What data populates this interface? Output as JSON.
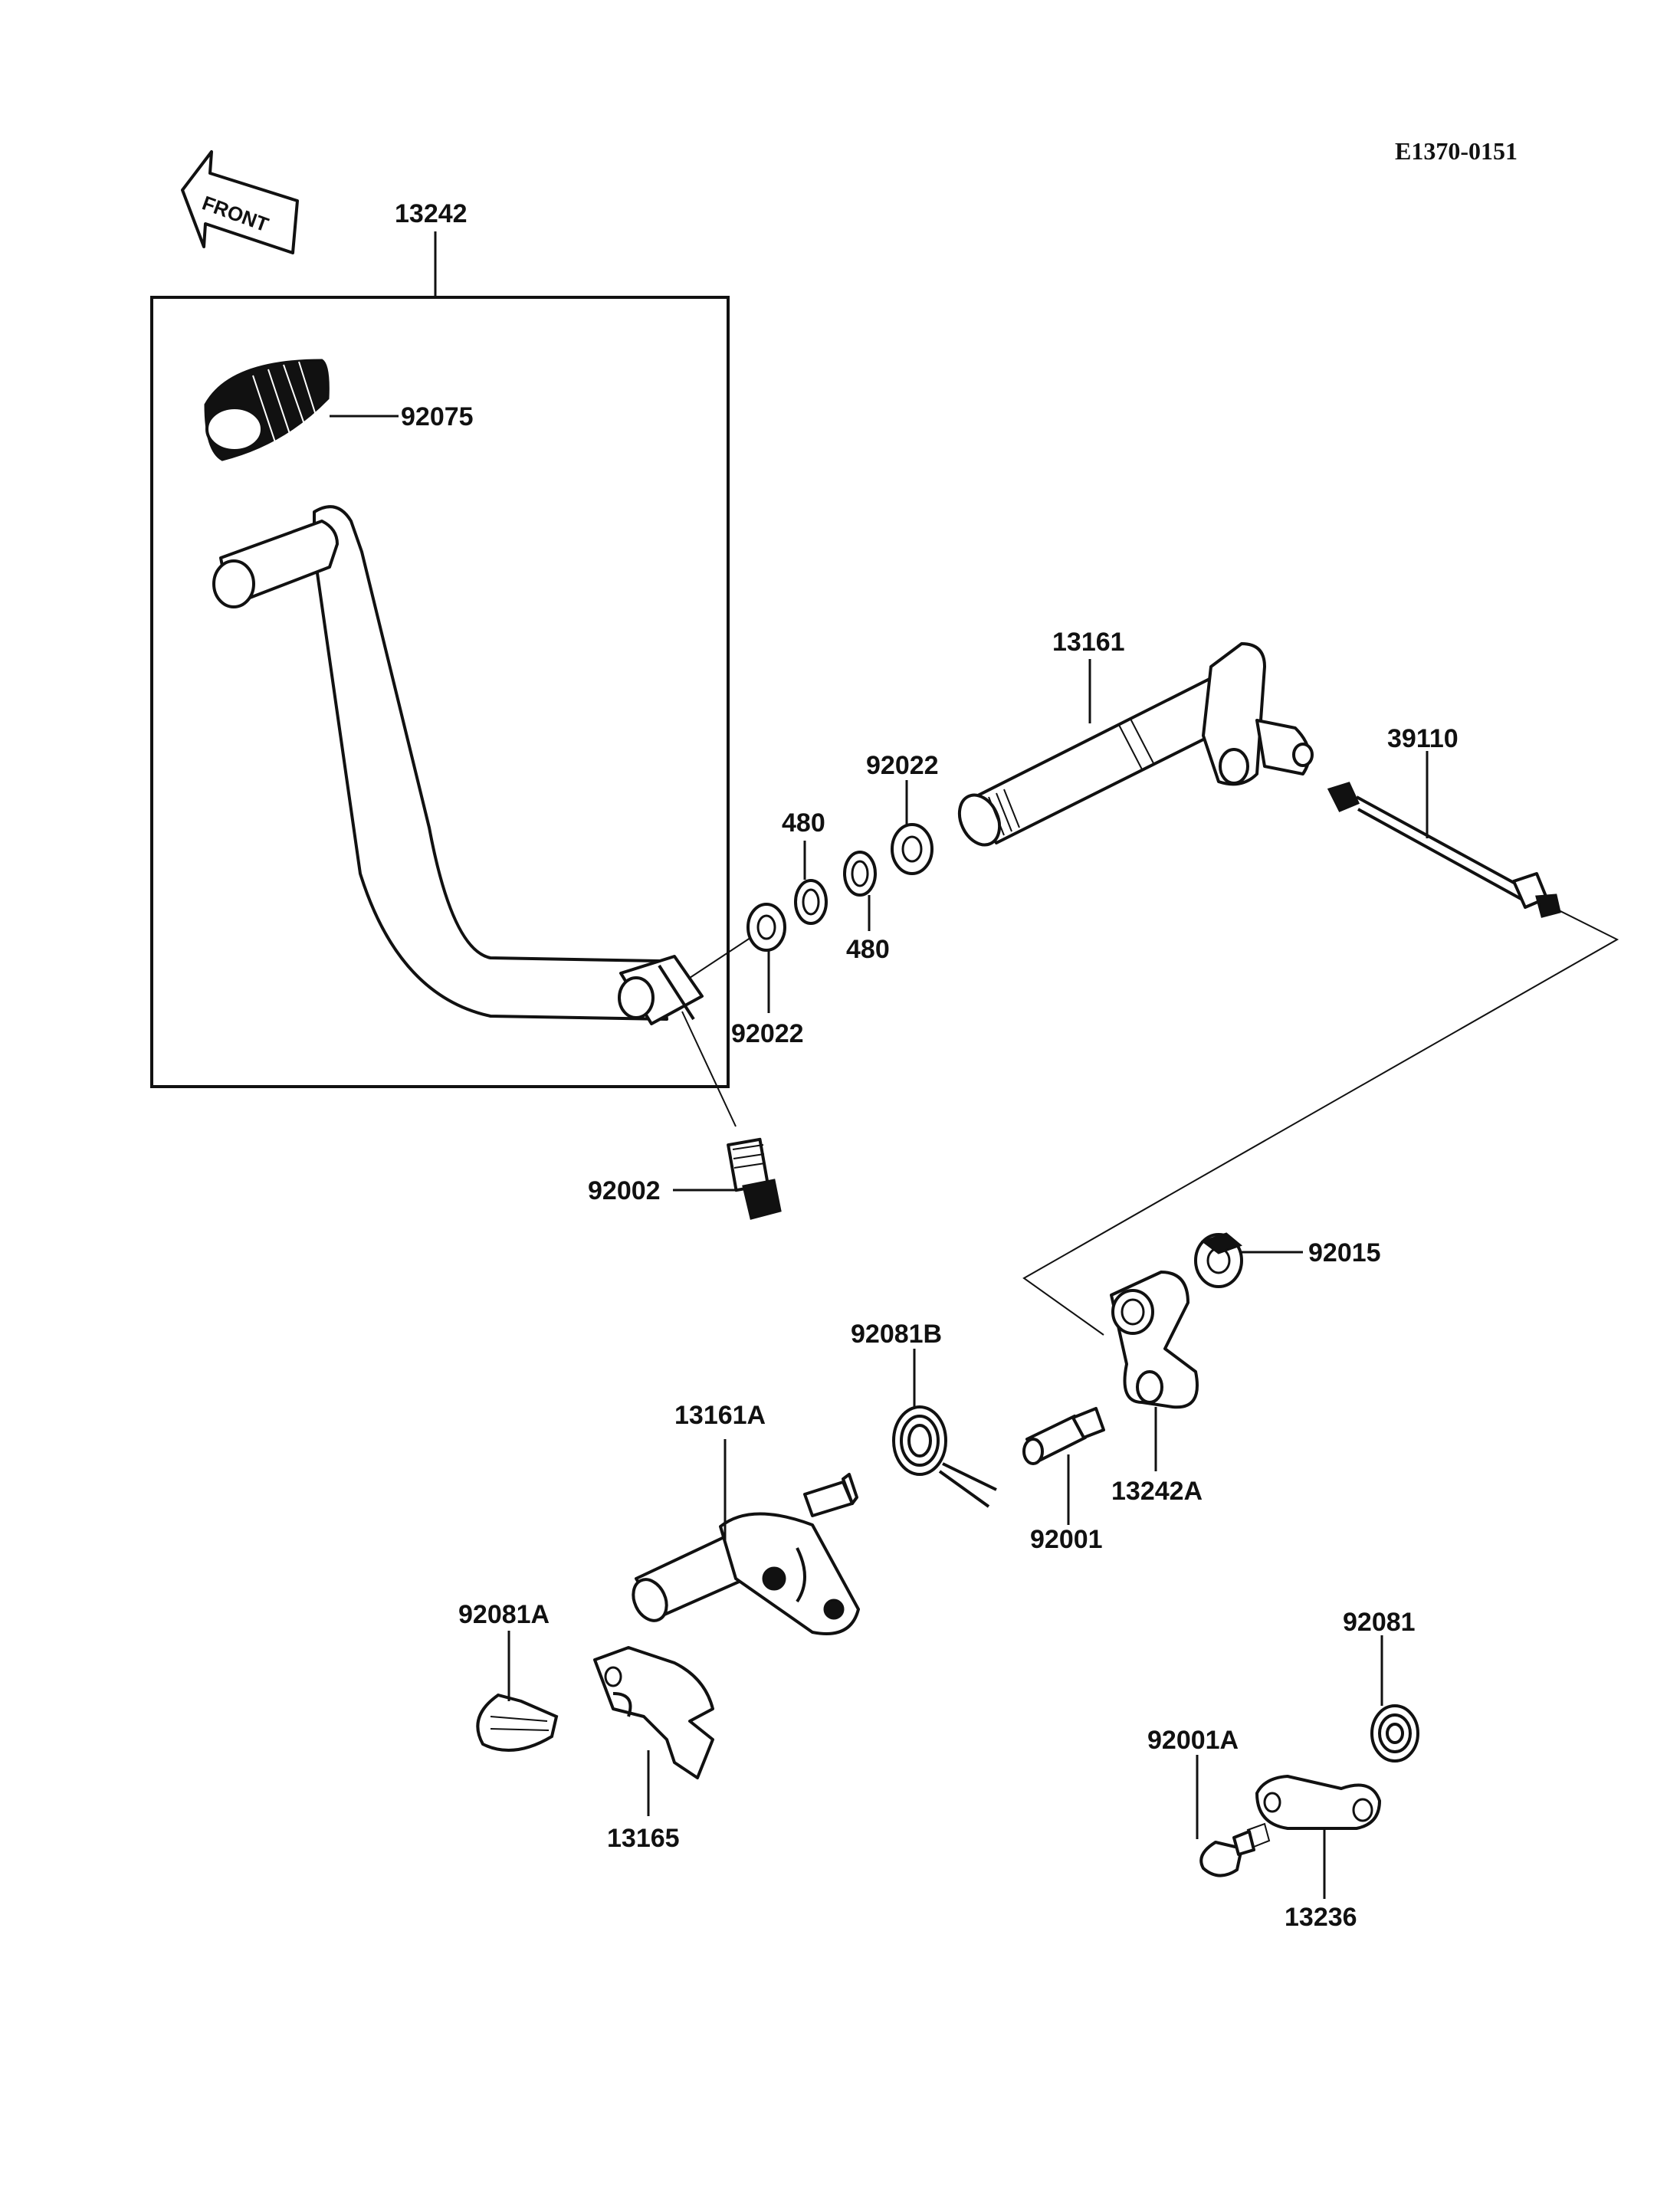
{
  "drawing_code": "E1370-0151",
  "front_arrow": {
    "label": "FRONT",
    "icon": "front-arrow-icon"
  },
  "parts": {
    "p13242": "13242",
    "p92075": "92075",
    "p13161": "13161",
    "p39110": "39110",
    "p92022_top": "92022",
    "p480_top": "480",
    "p480_bottom": "480",
    "p92022_bottom": "92022",
    "p92002": "92002",
    "p92015": "92015",
    "p92081B": "92081B",
    "p13161A": "13161A",
    "p92001": "92001",
    "p13242A": "13242A",
    "p92081A": "92081A",
    "p13165": "13165",
    "p92081": "92081",
    "p92001A": "92001A",
    "p13236": "13236"
  }
}
